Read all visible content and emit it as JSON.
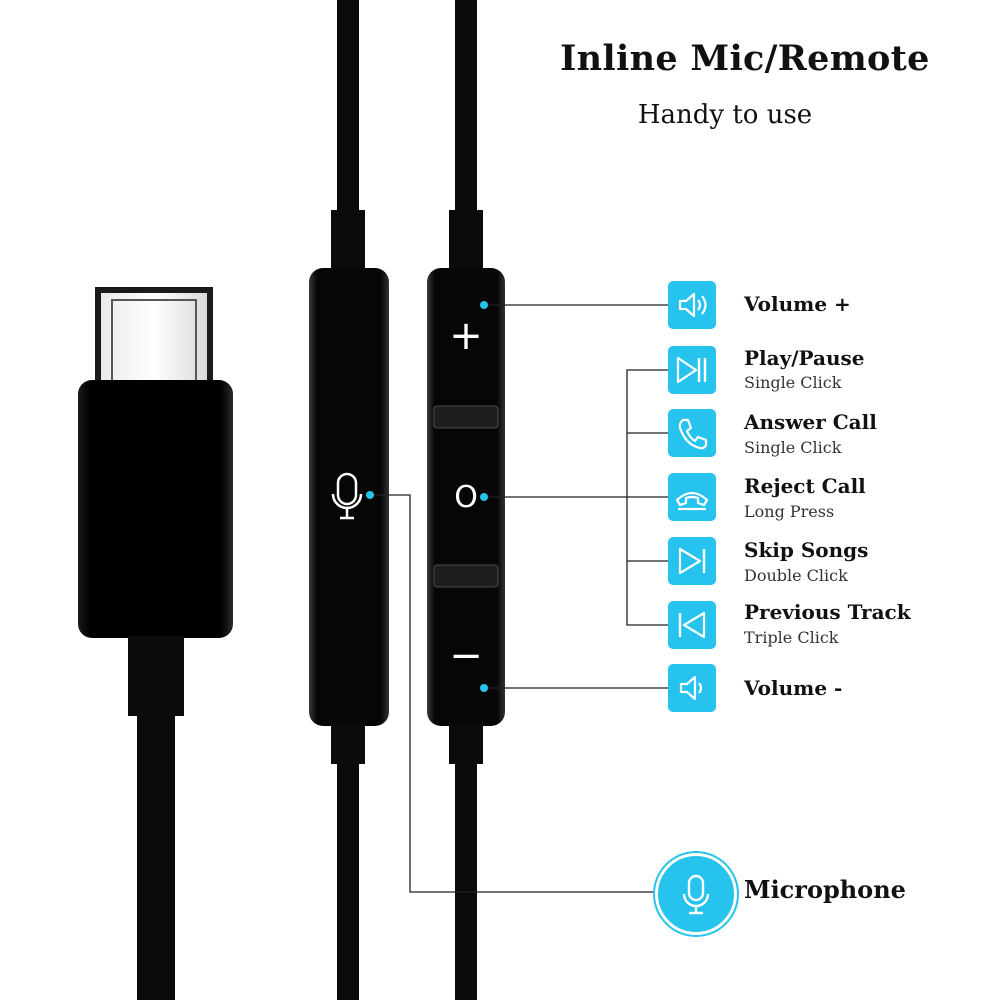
{
  "header": {
    "title": "Inline Mic/Remote",
    "subtitle": "Handy to use"
  },
  "features": [
    {
      "label": "Volume +",
      "hint": "",
      "icon": "volume-up-icon"
    },
    {
      "label": "Play/Pause",
      "hint": "Single Click",
      "icon": "play-pause-icon"
    },
    {
      "label": "Answer Call",
      "hint": "Single Click",
      "icon": "phone-answer-icon"
    },
    {
      "label": "Reject Call",
      "hint": "Long Press",
      "icon": "phone-reject-icon"
    },
    {
      "label": "Skip Songs",
      "hint": "Double Click",
      "icon": "skip-forward-icon"
    },
    {
      "label": "Previous Track",
      "hint": "Triple Click",
      "icon": "skip-back-icon"
    },
    {
      "label": "Volume -",
      "hint": "",
      "icon": "volume-down-icon"
    }
  ],
  "microphone": {
    "label": "Microphone",
    "icon": "microphone-icon"
  },
  "remote": {
    "plus_symbol": "+",
    "center_symbol": "O",
    "minus_symbol": "−"
  },
  "colors": {
    "accent": "#27c3ef",
    "cable": "#0b0b0b",
    "background": "#ffffff"
  }
}
